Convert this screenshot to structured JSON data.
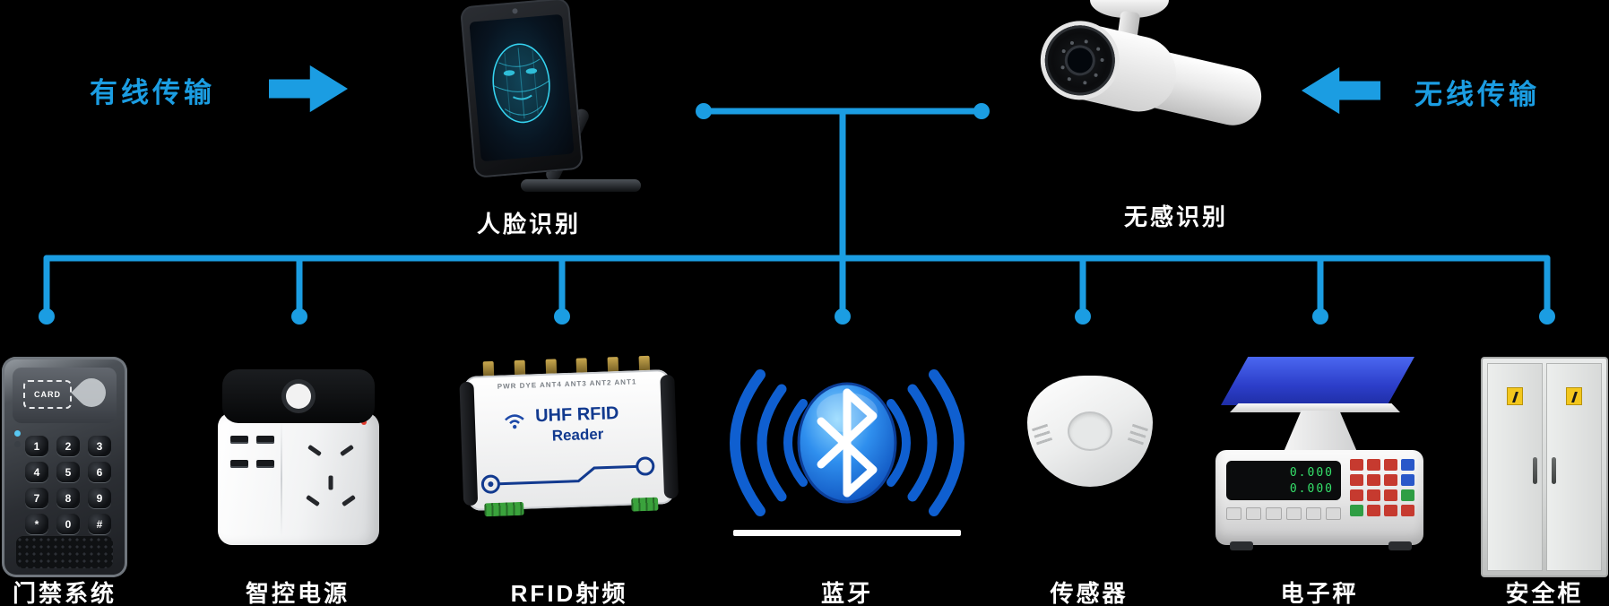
{
  "colors": {
    "background": "#000000",
    "accent": "#1B9DE2",
    "bluetooth_blue": "#1273E6",
    "scale_platform": "#2C3EC9"
  },
  "top_row": {
    "wired_label": "有线传输",
    "wireless_label": "无线传输",
    "face_device_label": "人脸识别",
    "camera_label": "无感识别"
  },
  "devices": [
    {
      "id": "access-control",
      "label": "门禁系统"
    },
    {
      "id": "smart-power",
      "label": "智控电源"
    },
    {
      "id": "rfid-reader",
      "label": "RFID射频"
    },
    {
      "id": "bluetooth",
      "label": "蓝牙"
    },
    {
      "id": "sensor",
      "label": "传感器"
    },
    {
      "id": "electronic-scale",
      "label": "电子秤"
    },
    {
      "id": "safety-cabinet",
      "label": "安全柜"
    }
  ],
  "rfid": {
    "title": "UHF RFID",
    "subtitle": "Reader",
    "port_labels": "PWR  DYE  ANT4  ANT3  ANT2  ANT1"
  },
  "intercom": {
    "card_label": "CARD",
    "keypad": [
      "1",
      "2",
      "3",
      "4",
      "5",
      "6",
      "7",
      "8",
      "9",
      "*",
      "0",
      "#"
    ]
  },
  "scale": {
    "display": [
      "0.000",
      "0.000"
    ]
  }
}
